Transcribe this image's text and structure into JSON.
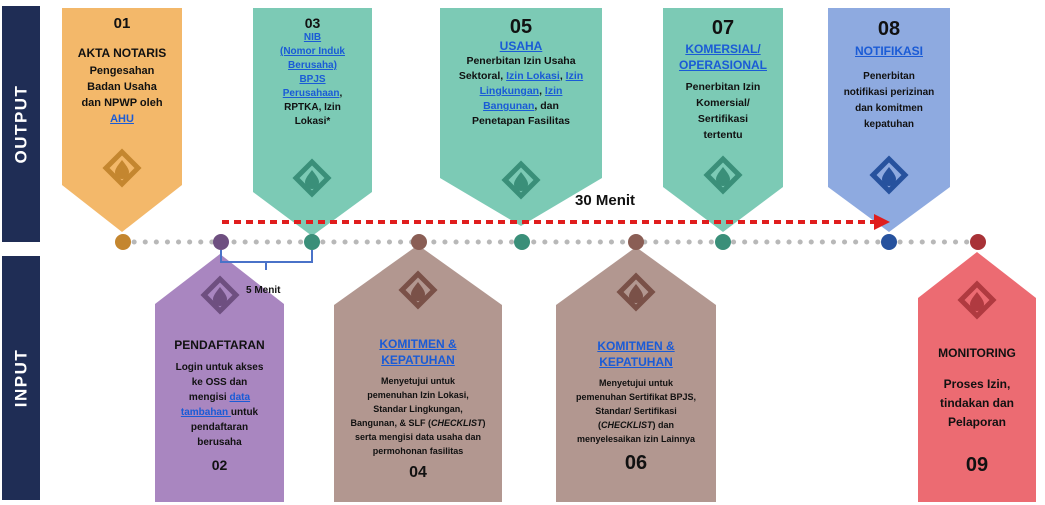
{
  "side": {
    "output": "OUTPUT",
    "input": "INPUT"
  },
  "duration": {
    "long": "30 Menit",
    "short": "5 Menit"
  },
  "colors": {
    "orange": "#f3b86a",
    "teal": "#7ccab5",
    "purple": "#a986c0",
    "brown": "#b29790",
    "blue": "#8eaae0",
    "red": "#ec6b72",
    "dot_orange": "#c4862f",
    "dot_purple": "#6e4f80",
    "dot_teal": "#3a8f79",
    "dot_brown": "#8a5e55",
    "dot_blue": "#27529e",
    "dot_red": "#a83237",
    "arrow_red": "#e01d1d",
    "side_navy": "#1f2d55"
  },
  "steps": {
    "s01": {
      "num": "01",
      "title": "AKTA NOTARIS",
      "desc_lines": [
        "Pengesahan",
        "Badan Usaha",
        "dan NPWP oleh"
      ],
      "link": "AHU"
    },
    "s03": {
      "num": "03",
      "links": [
        "NIB",
        "(Nomor Induk",
        "Berusaha)",
        "BPJS",
        "Perusahaan"
      ],
      "tail1": ",",
      "tail2": "RPTKA, Izin",
      "tail3": "Lokasi*"
    },
    "s05": {
      "num": "05",
      "title": "USAHA",
      "line1": "Penerbitan Izin Usaha",
      "line2a": "Sektoral, ",
      "line2b": "Izin Lokasi",
      "line2c": ", ",
      "line2d": "Izin",
      "line3a": "Lingkungan",
      "line3b": ", ",
      "line3c": "Izin",
      "line4a": "Bangunan",
      "line4b": ", dan",
      "line5": "Penetapan Fasilitas"
    },
    "s07": {
      "num": "07",
      "title1": "KOMERSIAL/",
      "title2": "OPERASIONAL",
      "desc_lines": [
        "Penerbitan Izin",
        "Komersial/",
        "Sertifikasi",
        "tertentu"
      ]
    },
    "s08": {
      "num": "08",
      "title": "NOTIFIKASI",
      "desc_lines": [
        "Penerbitan",
        "notifikasi perizinan",
        "dan komitmen",
        "kepatuhan"
      ]
    },
    "s02": {
      "num": "02",
      "title": "PENDAFTARAN",
      "l1": "Login untuk akses",
      "l2": "ke OSS dan",
      "l3a": "mengisi ",
      "l3b": "data",
      "l4a": "tambahan ",
      "l4b": "untuk",
      "l5": "pendaftaran",
      "l6": "berusaha"
    },
    "s04": {
      "num": "04",
      "title1": "KOMITMEN &",
      "title2": "KEPATUHAN",
      "l1": "Menyetujui untuk",
      "l2": "pemenuhan Izin Lokasi,",
      "l3": "Standar Lingkungan,",
      "l4a": "Bangunan, & SLF (",
      "l4b": "CHECKLIST",
      "l4c": ")",
      "l5": "serta mengisi data usaha dan",
      "l6": "permohonan fasilitas"
    },
    "s06": {
      "num": "06",
      "title1": "KOMITMEN &",
      "title2": "KEPATUHAN",
      "l1": "Menyetujui untuk",
      "l2": "pemenuhan Sertifikat BPJS,",
      "l3": "Standar/ Sertifikasi",
      "l4a": "(",
      "l4b": "CHECKLIST",
      "l4c": ") dan",
      "l5": "menyelesaikan izin Lainnya"
    },
    "s09": {
      "num": "09",
      "title": "MONITORING",
      "desc_lines": [
        "Proses Izin,",
        "tindakan dan",
        "Pelaporan"
      ]
    }
  }
}
